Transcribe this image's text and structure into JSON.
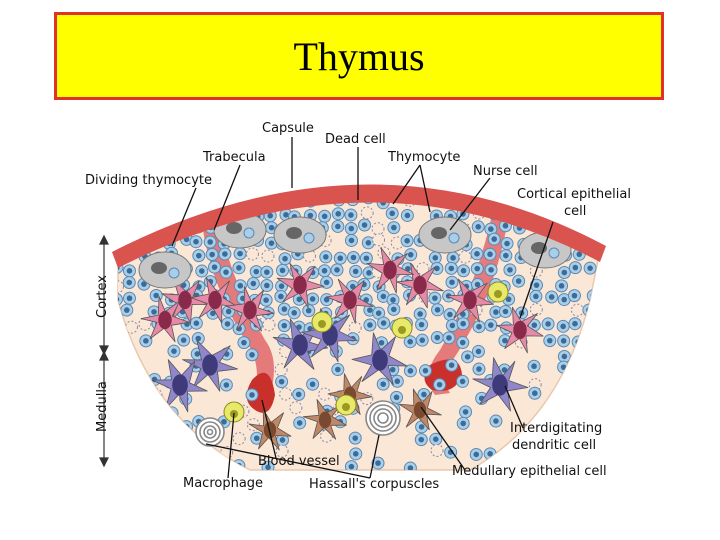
{
  "title": "Thymus",
  "labels": {
    "capsule": "Capsule",
    "dead_cell": "Dead cell",
    "trabecula": "Trabecula",
    "thymocyte": "Thymocyte",
    "nurse_cell": "Nurse cell",
    "dividing_thymocyte": "Dividing thymocyte",
    "cortical_epithelial_1": "Cortical epithelial",
    "cortical_epithelial_2": "cell",
    "interdigitating_1": "Interdigitating",
    "interdigitating_2": "dendritic cell",
    "medullary_epithelial": "Medullary epithelial cell",
    "blood_vessel": "Blood vessel",
    "macrophage": "Macrophage",
    "hassalls": "Hassall's corpuscles",
    "cortex": "Cortex",
    "medulla": "Medulla"
  },
  "colors": {
    "title_bg": "#ffff00",
    "title_border": "#e0312b",
    "capsule": "#d9534f",
    "tissue": "#fbe7d6",
    "thymocyte": "#a9cfe8",
    "epithelial_pink": "#e68aa8",
    "dendritic_purple": "#8f87c9",
    "medullary_brown": "#c08868",
    "macrophage_yellow": "#e8e86a"
  }
}
